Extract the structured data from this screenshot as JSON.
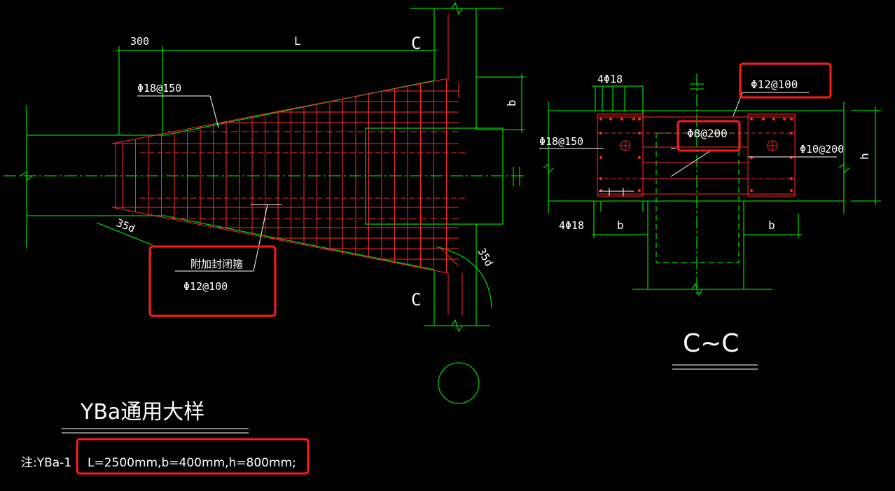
{
  "colors": {
    "background": "#000000",
    "structure": "#00cc00",
    "rebar": "#ff2a2a",
    "text": "#ffffff",
    "highlight": "#ff1a1a"
  },
  "elevation": {
    "dim_300": "300",
    "dim_L": "L",
    "dim_b": "b",
    "section_mark_top": "C",
    "section_mark_bottom": "C",
    "rebar_top": "Φ18@150",
    "anchor_left": "35d",
    "anchor_right": "35d",
    "stirrup_note": "附加封闭箍",
    "stirrup_spec": "Φ12@100"
  },
  "section": {
    "top_bars": "4Φ18",
    "bottom_bars": "4Φ18",
    "side_bars_left": "Φ18@150",
    "side_bars_right": "Φ10@200",
    "stirrup": "Φ12@100",
    "inner_stirrup": "Φ8@200",
    "dim_b_left": "b",
    "dim_b_right": "b",
    "dim_h": "h",
    "title": "C~C"
  },
  "footer": {
    "title": "YBa通用大样",
    "note_prefix": "注:YBa-1",
    "note_values": "L=2500mm,b=400mm,h=800mm;"
  }
}
